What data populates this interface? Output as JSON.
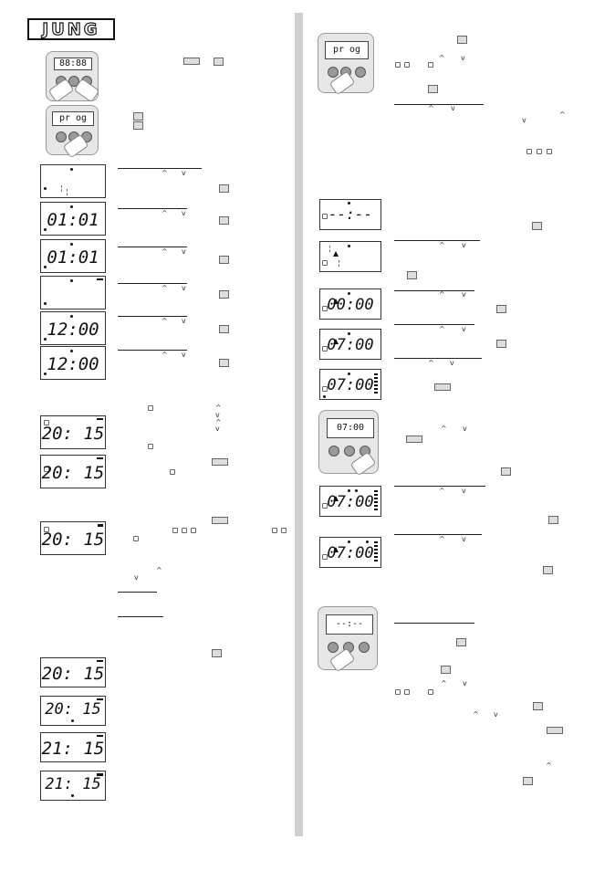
{
  "brand": {
    "logo": "JUNG"
  },
  "left_column": {
    "devices": [
      {
        "display": "88:88",
        "kind": "reset"
      },
      {
        "display": "pr og",
        "kind": "prog"
      }
    ],
    "displays": [
      {
        "id": "d1",
        "text": ""
      },
      {
        "id": "d2",
        "text": "01:01"
      },
      {
        "id": "d3",
        "text": "01:01"
      },
      {
        "id": "d4",
        "text": ""
      },
      {
        "id": "d5",
        "text": "12:00"
      },
      {
        "id": "d6",
        "text": "12:00"
      },
      {
        "id": "d7",
        "text": "20: 15"
      },
      {
        "id": "d8",
        "text": "20: 15"
      },
      {
        "id": "d9",
        "text": "20: 15"
      },
      {
        "id": "d10",
        "text": "20: 15"
      },
      {
        "id": "d11",
        "text": "20: 15"
      },
      {
        "id": "d12",
        "text": "21: 15"
      },
      {
        "id": "d13",
        "text": "21: 15"
      }
    ]
  },
  "right_column": {
    "devices": [
      {
        "display": "pr og",
        "kind": "prog"
      },
      {
        "display": "07:00",
        "kind": "week"
      },
      {
        "display": "--:--",
        "kind": "clear"
      }
    ],
    "displays": [
      {
        "id": "r1",
        "text": "--:--"
      },
      {
        "id": "r2",
        "text": ""
      },
      {
        "id": "r3",
        "text": "00:00"
      },
      {
        "id": "r4",
        "text": "07:00"
      },
      {
        "id": "r5",
        "text": "07:00"
      },
      {
        "id": "r6",
        "text": "07:00"
      },
      {
        "id": "r7",
        "text": "07:00"
      }
    ]
  },
  "colors": {
    "page": "#ffffff",
    "divider": "#cfcfcf",
    "device": "#e6e6e6",
    "button": "#9a9a9a"
  }
}
